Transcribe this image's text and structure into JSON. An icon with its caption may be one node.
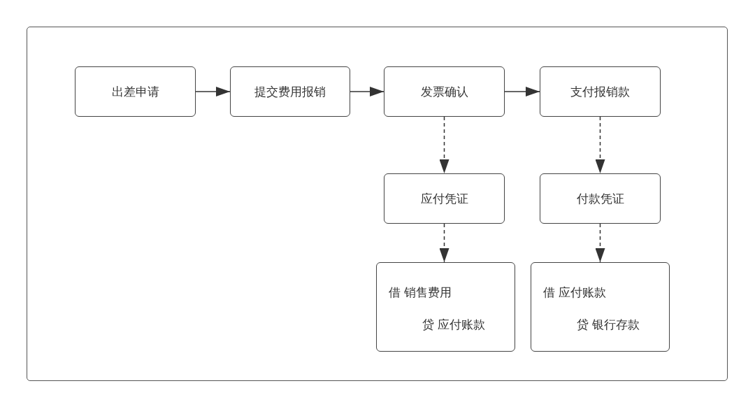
{
  "diagram": {
    "nodes": [
      {
        "text": [
          "出差申请"
        ]
      },
      {
        "text": [
          "提交费用报销"
        ]
      },
      {
        "text": [
          "发票确认"
        ]
      },
      {
        "text": [
          "支付报销款"
        ]
      },
      {
        "text": [
          "应付凭证"
        ]
      },
      {
        "text": [
          "付款凭证"
        ]
      },
      {
        "text": [
          "借 销售费用",
          "贷 应付账款"
        ]
      },
      {
        "text": [
          "借 应付账款",
          "贷 银行存款"
        ]
      }
    ],
    "edges": [
      {
        "from": 0,
        "to": 1,
        "arrow": "to"
      },
      {
        "from": 1,
        "to": 2,
        "arrow": "to"
      },
      {
        "from": 2,
        "to": 3,
        "arrow": "to"
      },
      {
        "from": 2,
        "to": 4,
        "arrow": "to",
        "style": "dashed"
      },
      {
        "from": 3,
        "to": 5,
        "arrow": "to",
        "style": "dashed"
      },
      {
        "from": 4,
        "to": 6,
        "arrow": "to",
        "style": "dashed"
      },
      {
        "from": 5,
        "to": 7,
        "arrow": "to",
        "style": "dashed"
      }
    ]
  }
}
